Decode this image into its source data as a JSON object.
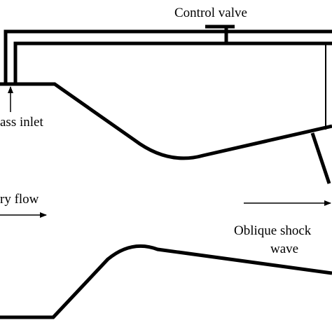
{
  "labels": {
    "control_valve": "Control valve",
    "bypass_inlet": "ass inlet",
    "primary_flow": "ry flow",
    "oblique_shock_line1": "Oblique shock",
    "oblique_shock_line2": "wave"
  }
}
